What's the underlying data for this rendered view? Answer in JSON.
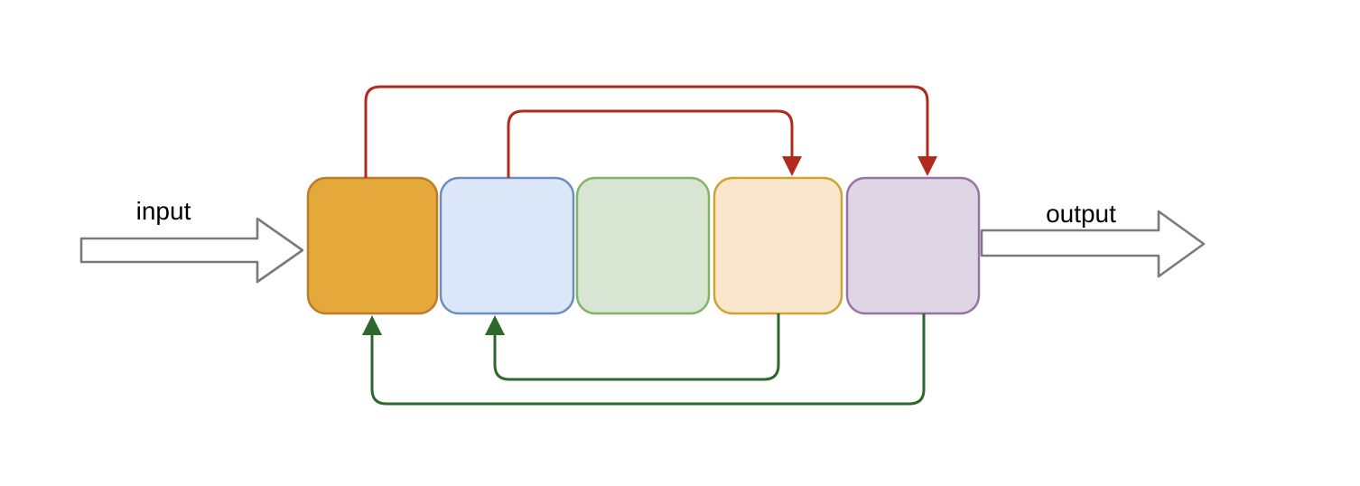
{
  "diagram": {
    "type": "block-flow-with-skip-and-feedback-connections",
    "labels": {
      "input": "input",
      "output": "output"
    },
    "text_color": "#000000",
    "nodes": [
      {
        "id": "block-1",
        "fill": "#E5A83B",
        "stroke": "#BC7D27"
      },
      {
        "id": "block-2",
        "fill": "#DCE8FA",
        "stroke": "#6C8EBF"
      },
      {
        "id": "block-3",
        "fill": "#D7E5D2",
        "stroke": "#82B366"
      },
      {
        "id": "block-4",
        "fill": "#FAE6CD",
        "stroke": "#D0A32D"
      },
      {
        "id": "block-5",
        "fill": "#DED6E5",
        "stroke": "#9673A6"
      }
    ],
    "edges": [
      {
        "from": "block-1",
        "to": "block-5",
        "side": "top",
        "direction": "forward",
        "color": "#B2291E"
      },
      {
        "from": "block-2",
        "to": "block-4",
        "side": "top",
        "direction": "forward",
        "color": "#B2291E"
      },
      {
        "from": "block-4",
        "to": "block-2",
        "side": "bottom",
        "direction": "backward",
        "color": "#2D682B"
      },
      {
        "from": "block-5",
        "to": "block-1",
        "side": "bottom",
        "direction": "backward",
        "color": "#2D682B"
      }
    ],
    "io_arrows": {
      "fill": "#FFFFFF",
      "stroke": "#7A7A7A"
    }
  }
}
